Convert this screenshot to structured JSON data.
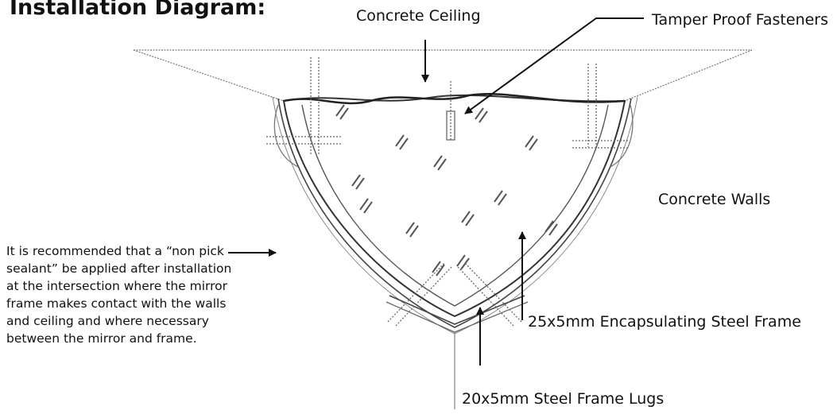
{
  "title": "Installation Diagram:",
  "labels": {
    "ceiling": "Concrete Ceiling",
    "fasteners": "Tamper Proof Fasteners",
    "walls": "Concrete Walls",
    "encapsulating_frame": "25x5mm Encapsulating Steel Frame",
    "lugs": "20x5mm Steel Frame Lugs"
  },
  "note": "It is recommended that a “non pick sealant” be applied after installation at the intersection where the mirror frame makes contact with the walls and ceiling and where necessary between the mirror and frame."
}
